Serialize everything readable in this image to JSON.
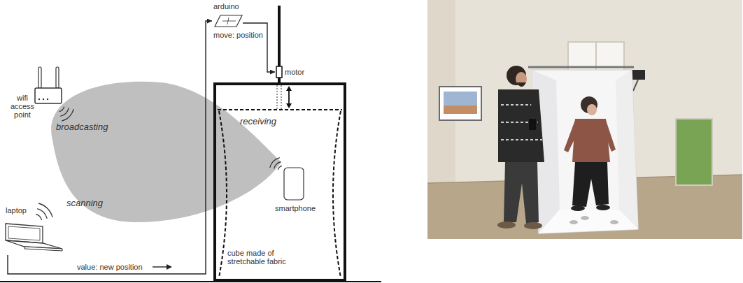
{
  "diagram": {
    "nodes": [
      {
        "text": [
          "wifi access point"
        ]
      },
      {
        "text": [
          "laptop"
        ]
      },
      {
        "text": [
          "arduino"
        ]
      },
      {
        "text": [
          "motor"
        ]
      },
      {
        "text": [
          "cube made of stretchable fabric"
        ]
      },
      {
        "text": [
          "smartphone"
        ],
        "in": 4
      }
    ],
    "edges": [
      {
        "from": 1,
        "to": 2,
        "arrow": "to",
        "label": "value: new position"
      },
      {
        "from": 2,
        "to": 3,
        "arrow": "to",
        "label": "move: position"
      }
    ],
    "labels": [
      "broadcasting",
      "scanning",
      "receiving"
    ]
  }
}
